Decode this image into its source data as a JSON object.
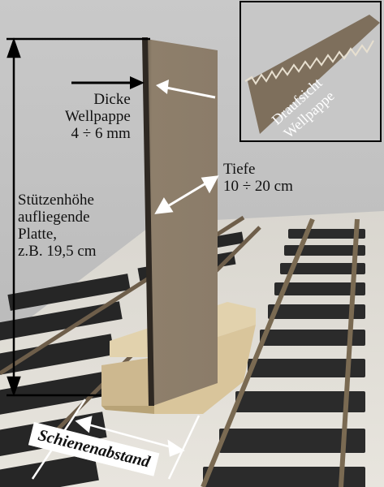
{
  "labels": {
    "thickness": "Dicke\nWellpappe\n4 ÷ 6 mm",
    "depth": "Tiefe\n10 ÷ 20 cm",
    "support_height": "Stützenhöhe\naufliegende\nPlatte,\nz.B. 19,5 cm",
    "inset_caption": "Draufsicht\nWellpappe",
    "track_gauge": "Schienenabstand"
  },
  "colors": {
    "background": "#bdbdbd",
    "cardboard": "#8a7b68",
    "wood": "#d6c39c",
    "ties": "#2a2a2a",
    "rail": "#7a6a55",
    "arrow": "#ffffff",
    "dim_line": "#000000"
  }
}
